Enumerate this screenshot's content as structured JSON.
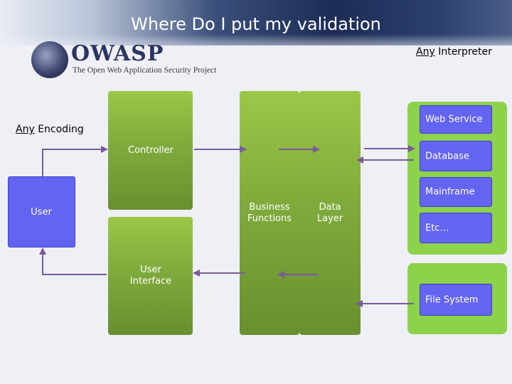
{
  "header": {
    "title": "Where Do I put my validation"
  },
  "logo": {
    "name": "OWASP",
    "tagline": "The Open Web Application Security Project"
  },
  "labels": {
    "interpreter_any": "Any",
    "interpreter_rest": " Interpreter",
    "encoding_any": "Any",
    "encoding_rest": " Encoding"
  },
  "user": {
    "label": "User"
  },
  "tiers": {
    "controller": "Controller",
    "user_interface_line1": "User",
    "user_interface_line2": "Interface",
    "business_line1": "Business",
    "business_line2": "Functions",
    "data_line1": "Data",
    "data_line2": "Layer"
  },
  "backends": [
    "Web Service",
    "Database",
    "Mainframe",
    "Etc…",
    "File System"
  ],
  "colors": {
    "green_panel": "#8cbb42",
    "backend_green": "#8cd24a",
    "blue_box": "#6464f2",
    "arrow": "#7a5a9a"
  }
}
